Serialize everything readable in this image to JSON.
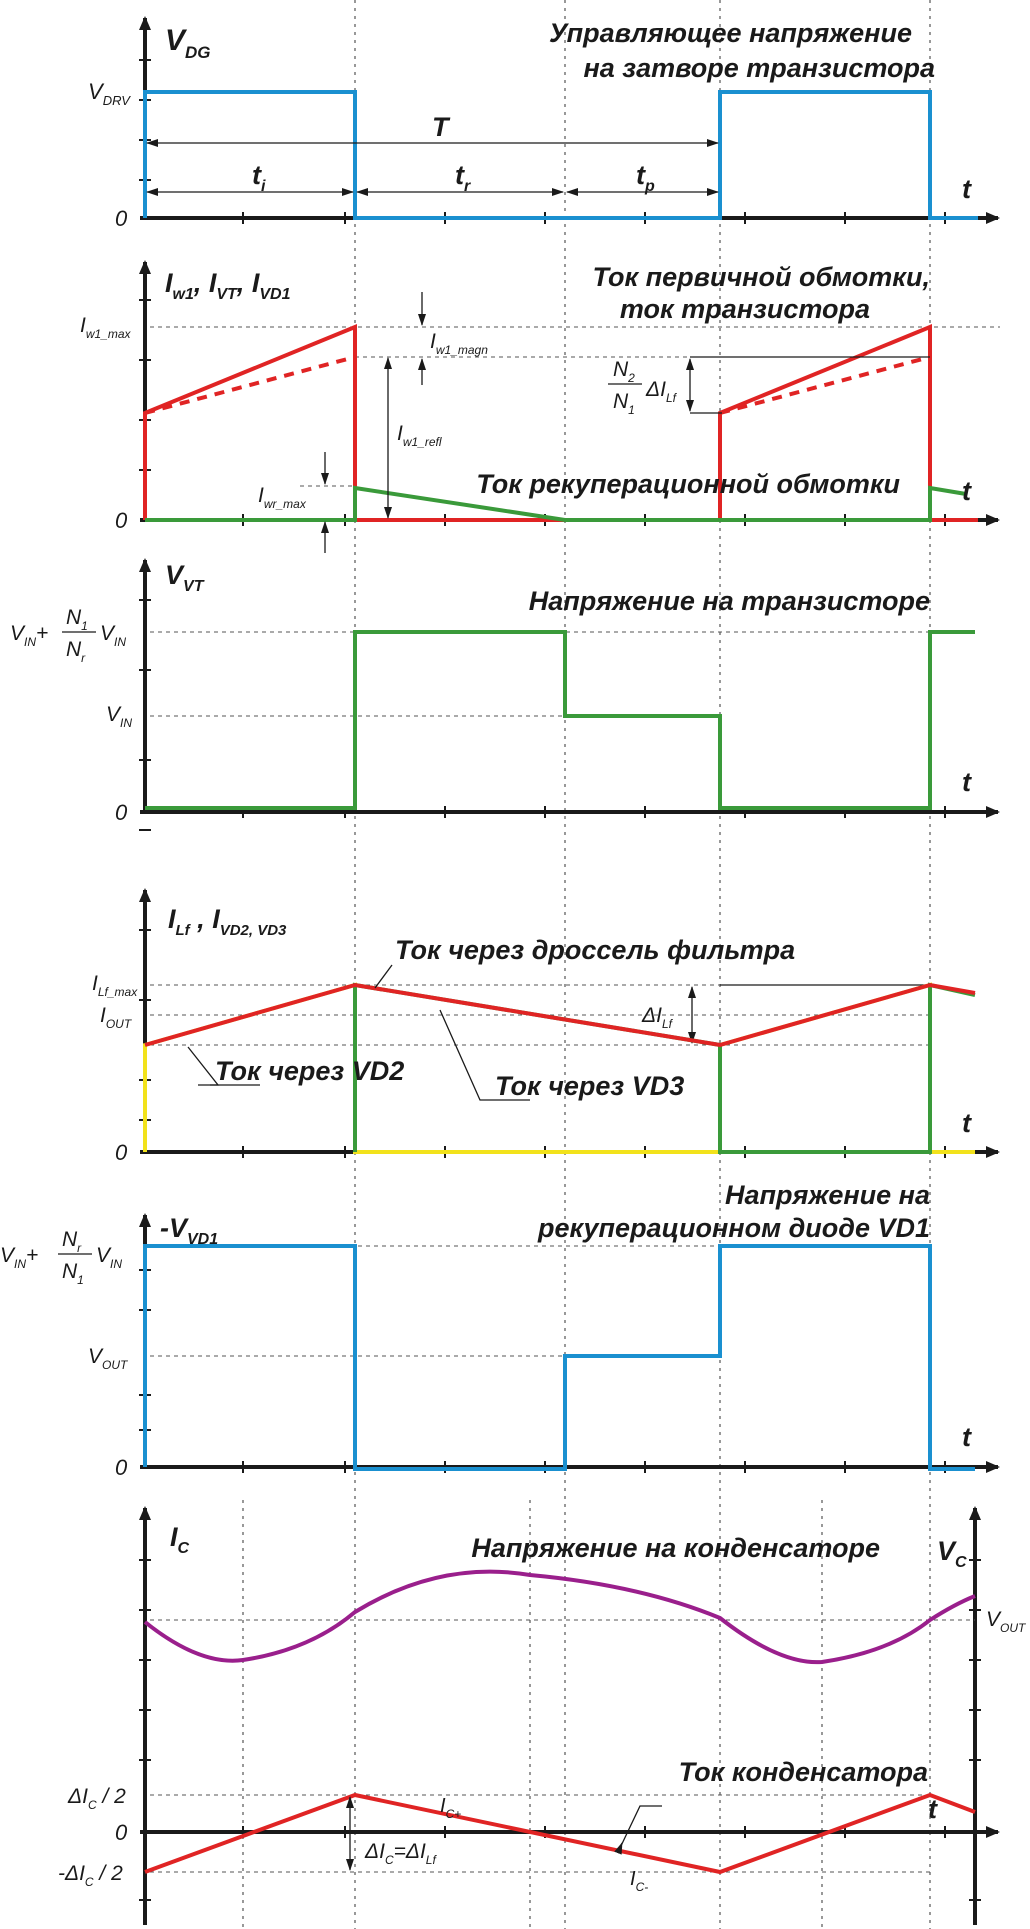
{
  "colors": {
    "drive": "#1a90d0",
    "primary_current": "#e02424",
    "recovery_current": "#3a9a3a",
    "vd2_current": "#f2e21b",
    "capacitor_voltage": "#9a1f8c"
  },
  "panel1": {
    "y_label": "V",
    "y_sub": "DG",
    "title_l1": "Управляющее напряжение",
    "title_l2": "на затворе транзистора",
    "level_label": "V",
    "level_sub": "DRV",
    "zero": "0",
    "t": "t",
    "period": "T",
    "ti": "t",
    "ti_sub": "i",
    "tr": "t",
    "tr_sub": "r",
    "tp": "t",
    "tp_sub": "p"
  },
  "panel2": {
    "y_label": "I",
    "y_sub": "w1",
    "y_label2": ", I",
    "y_sub2": "VT",
    "y_label3": ", I",
    "y_sub3": "VD1",
    "title_l1": "Ток первичной обмотки,",
    "title_l2": "ток транзистора",
    "level_max": "I",
    "level_max_sub": "w1_max",
    "magn": "I",
    "magn_sub": "w1_magn",
    "refl": "I",
    "refl_sub": "w1_refl",
    "wr_max": "I",
    "wr_max_sub": "wr_max",
    "ratio_num": "N",
    "ratio_num_sub": "2",
    "ratio_den": "N",
    "ratio_den_sub": "1",
    "delta": "ΔI",
    "delta_sub": "Lf",
    "recovery_title": "Ток рекуперационной обмотки",
    "zero": "0",
    "t": "t"
  },
  "panel3": {
    "y_label": "V",
    "y_sub": "VT",
    "title": "Напряжение на транзисторе",
    "lvl_hi_a": "V",
    "lvl_hi_a_sub": "IN",
    "lvl_hi_plus": "+",
    "lvl_hi_num": "N",
    "lvl_hi_num_sub": "1",
    "lvl_hi_den": "N",
    "lvl_hi_den_sub": "r",
    "lvl_hi_b": "V",
    "lvl_hi_b_sub": "IN",
    "lvl_mid": "V",
    "lvl_mid_sub": "IN",
    "zero": "0",
    "t": "t"
  },
  "panel4": {
    "y_label": "I",
    "y_sub": "Lf",
    "y_label2": " , I",
    "y_sub2": "VD2, VD3",
    "title": "Ток через дроссель фильтра",
    "lvl_max": "I",
    "lvl_max_sub": "Lf_max",
    "lvl_out": "I",
    "lvl_out_sub": "OUT",
    "delta": "ΔI",
    "delta_sub": "Lf",
    "vd2": "Ток через VD2",
    "vd3": "Ток через VD3",
    "zero": "0",
    "t": "t"
  },
  "panel5": {
    "y_label": "-V",
    "y_sub": "VD1",
    "title_l1": "Напряжение на",
    "title_l2": "рекуперационном диоде VD1",
    "lvl_hi_a": "V",
    "lvl_hi_a_sub": "IN",
    "lvl_hi_plus": "+",
    "lvl_hi_num": "N",
    "lvl_hi_num_sub": "r",
    "lvl_hi_den": "N",
    "lvl_hi_den_sub": "1",
    "lvl_hi_b": "V",
    "lvl_hi_b_sub": "IN",
    "lvl_out": "V",
    "lvl_out_sub": "OUT",
    "zero": "0",
    "t": "t"
  },
  "panel6": {
    "y_label": "I",
    "y_sub": "C",
    "y_right": "V",
    "y_right_sub": "C",
    "title": "Напряжение на конденсаторе",
    "vout": "V",
    "vout_sub": "OUT",
    "cap_current": "Ток конденсатора",
    "lvl_hi": "ΔI",
    "lvl_hi_sub": "C",
    "lvl_hi_tail": " / 2",
    "lvl_lo": "-ΔI",
    "lvl_lo_sub": "C",
    "lvl_lo_tail": " / 2",
    "zero": "0",
    "t": "t",
    "ic_plus": "I",
    "ic_plus_sub": "C+",
    "ic_minus": "I",
    "ic_minus_sub": "C-",
    "delta_eq_a": "ΔI",
    "delta_eq_a_sub": "C",
    "delta_eq_mid": "=ΔI",
    "delta_eq_b_sub": "Lf"
  }
}
